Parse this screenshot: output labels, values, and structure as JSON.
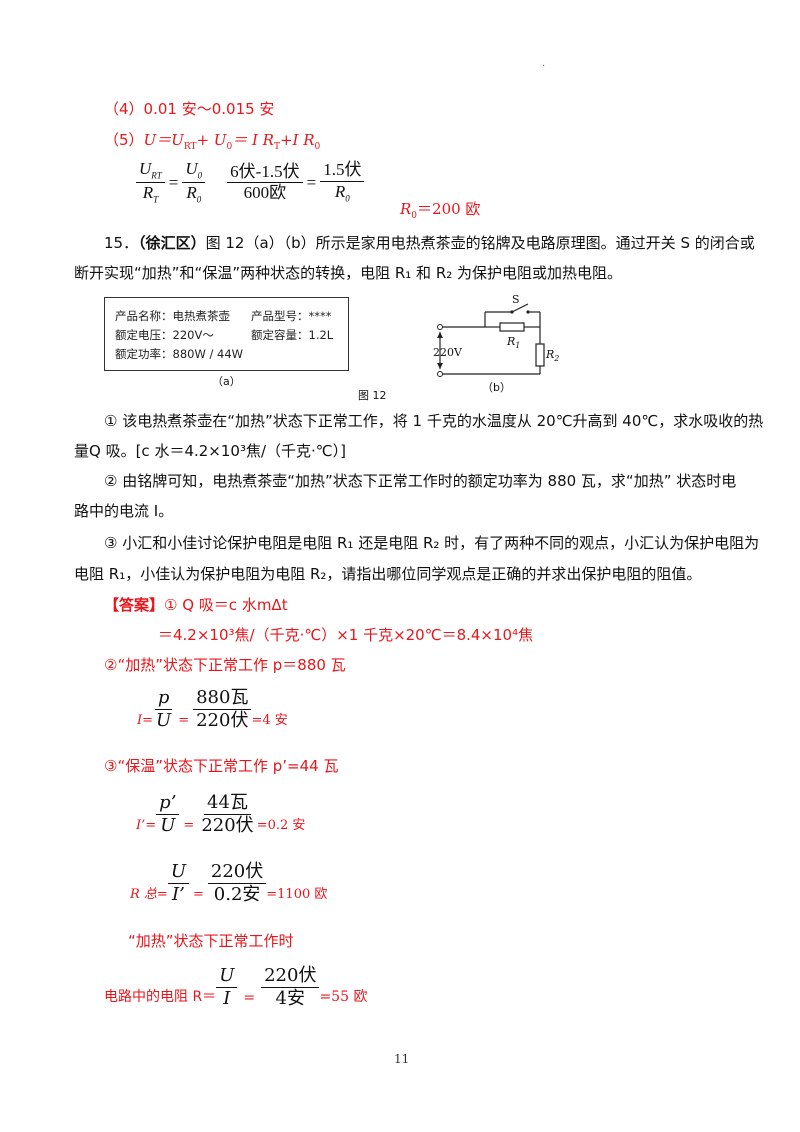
{
  "top_dot": ".",
  "ans4": "（4）0.01 安～0.015 安",
  "ans5": {
    "prefix": "（5）",
    "rest": "U＝U",
    "rt": "RT",
    "plus": "+ U",
    "zero": "0",
    "eq": "＝ I R",
    "t": "T",
    "tail": "+I R",
    "zero2": "0"
  },
  "eq1": {
    "num1": "U",
    "num1_sub": "RT",
    "den1": "R",
    "den1_sub": "T",
    "num2": "U",
    "num2_sub": "0",
    "den2": "R",
    "den2_sub": "0",
    "num3": "6伏-1.5伏",
    "den3": "600欧",
    "num4": "1.5伏",
    "den4": "R",
    "den4_sub": "0"
  },
  "r0_result": {
    "r": "R",
    "sub": "0",
    "val": "＝200 欧"
  },
  "q15": {
    "num": "15．",
    "tag": "（徐汇区）",
    "line1": "图 12（a）（b）所示是家用电热煮茶壶的铭牌及电路原理图。通过开关 S 的闭合或",
    "line2": "断开实现“加热”和“保温”两种状态的转换，电阻 R₁ 和 R₂ 为保护电阻或加热电阻。"
  },
  "plate": {
    "row1a": "产品名称：电热煮茶壶",
    "row1b": "产品型号：****",
    "row2a": "额定电压：220V～",
    "row2b": "额定容量：1.2L",
    "row3a": "额定功率：880W / 44W",
    "caption": "（a）"
  },
  "circuit": {
    "s": "S",
    "r1": "R",
    "r1_sub": "1",
    "r2": "R",
    "r2_sub": "2",
    "v": "220V",
    "caption": "（b）"
  },
  "fig_caption": "图 12",
  "p1": {
    "line1": "① 该电热煮茶壶在“加热”状态下正常工作，将 1 千克的水温度从 20℃升高到 40℃，求水吸收的热",
    "line2": "量Q 吸。[c 水＝4.2×10³焦/（千克·℃）]"
  },
  "p2": {
    "line1": "② 由铭牌可知，电热煮茶壶“加热”状态下正常工作时的额定功率为 880 瓦，求“加热” 状态时电",
    "line2": "路中的电流 I。"
  },
  "p3": {
    "line1": "③ 小汇和小佳讨论保护电阻是电阻 R₁ 还是电阻 R₂ 时，有了两种不同的观点，小汇认为保护电阻为",
    "line2": "电阻 R₁，小佳认为保护电阻为电阻 R₂，请指出哪位同学观点是正确的并求出保护电阻的阻值。"
  },
  "answer": {
    "label": "【答案】",
    "l1": "① Q 吸＝c 水mΔt",
    "l2": "＝4.2×10³焦/（千克·℃）×1 千克×20℃＝8.4×10⁴焦",
    "l3": "②“加热”状态下正常工作 p＝880 瓦",
    "f1_lhs": "I=",
    "f1_num": "p",
    "f1_den": "U",
    "f1_eq": "=",
    "f1_num2": "880瓦",
    "f1_den2": "220伏",
    "f1_res": "=4 安",
    "l4": "③“保温”状态下正常工作  p’=44 瓦",
    "f2_lhs": "I’=",
    "f2_num": "p’",
    "f2_den": "U",
    "f2_eq": "=",
    "f2_num2": "44瓦",
    "f2_den2": "220伏",
    "f2_res": "=0.2 安",
    "f3_lhs": "R 总=",
    "f3_num": "U",
    "f3_den": "I’",
    "f3_eq": "=",
    "f3_num2": "220伏",
    "f3_den2": "0.2安",
    "f3_res": "=1100 欧",
    "l5": "“加热”状态下正常工作时",
    "f4_lhs": "电路中的电阻 R＝",
    "f4_num": "U",
    "f4_den": "I",
    "f4_eq": "=",
    "f4_num2": "220伏",
    "f4_den2": "4安",
    "f4_res": "=55 欧"
  },
  "page_number": "11"
}
